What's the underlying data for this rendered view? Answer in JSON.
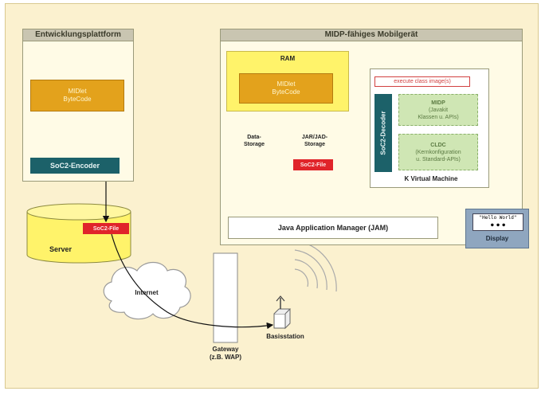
{
  "dev_platform": {
    "title": "Entwicklungsplattform",
    "midlet_line1": "MIDlet",
    "midlet_line2": "ByteCode",
    "encoder": "SoC2-Encoder"
  },
  "server": {
    "file": "SoC2-File",
    "label": "Server"
  },
  "network": {
    "internet": "Internet",
    "gateway_line1": "Gateway",
    "gateway_line2": "(z.B. WAP)",
    "base_station": "Basisstation"
  },
  "device": {
    "title": "MIDP-fähiges Mobilgerät",
    "ram": {
      "title": "RAM",
      "midlet_line1": "MIDlet",
      "midlet_line2": "ByteCode",
      "data_storage_line1": "Data-",
      "data_storage_line2": "Storage",
      "jar_storage_line1": "JAR/JAD-",
      "jar_storage_line2": "Storage",
      "file": "SoC2-File"
    },
    "kvm": {
      "execute": "execute class image(s)",
      "decoder": "SoC2-Decoder",
      "midp_line1": "MIDP",
      "midp_line2": "(Javakit",
      "midp_line3": "Klassen u. APIs)",
      "cldc_line1": "CLDC",
      "cldc_line2": "(Kernkonfiguration",
      "cldc_line3": "u. Standard-APIs)",
      "title": "K Virtual Machine"
    },
    "jam": "Java Application Manager (JAM)",
    "display": {
      "screen_text": "\"Hello World\"",
      "dots": "● ● ●",
      "label": "Display"
    }
  },
  "colors": {
    "frame_bg": "#fbf1cf",
    "panel_head": "#c9c5b1",
    "orange": "#e3a21c",
    "teal": "#1c6169",
    "red": "#e0242a",
    "cylinder": "#fff36a",
    "green": "#cfe6b4",
    "display_bg": "#8fa6bf"
  }
}
